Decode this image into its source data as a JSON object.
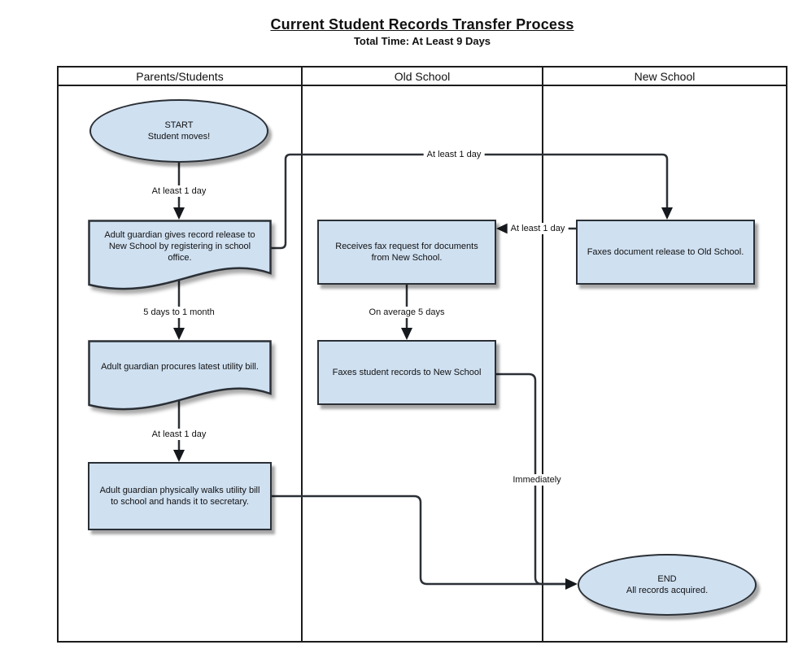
{
  "header": {
    "title": "Current Student Records Transfer Process",
    "subtitle": "Total Time: At Least 9 Days"
  },
  "lanes": [
    {
      "label": "Parents/Students"
    },
    {
      "label": "Old School"
    },
    {
      "label": "New School"
    }
  ],
  "nodes": {
    "start": {
      "type": "terminator",
      "text": "START\nStudent moves!"
    },
    "give_release": {
      "type": "document",
      "text": "Adult guardian gives record release to New School by registering in school office."
    },
    "procure_bill": {
      "type": "document",
      "text": "Adult guardian procures latest utility bill."
    },
    "walk_bill": {
      "type": "process",
      "text": "Adult guardian physically walks utility bill to school and hands it to secretary."
    },
    "receive_fax": {
      "type": "process",
      "text": "Receives fax request for documents from New School."
    },
    "fax_records": {
      "type": "process",
      "text": "Faxes student records to New School"
    },
    "fax_release": {
      "type": "process",
      "text": "Faxes document release to Old School."
    },
    "end": {
      "type": "terminator",
      "text": "END\nAll records acquired."
    }
  },
  "edge_labels": {
    "start_to_give": "At least 1 day",
    "give_to_fax_release": "At least 1 day",
    "release_to_receive": "At least 1 day",
    "give_to_procure": "5 days to 1 month",
    "receive_to_fax_records": "On average 5 days",
    "procure_to_walk": "At least 1 day",
    "fax_records_to_end": "Immediately"
  },
  "colors": {
    "node_fill": "#cfe0f1",
    "node_border": "#2b3036",
    "connector": "#2b3036",
    "lane_border": "#1c1c1c",
    "shadow": "rgba(0,0,0,0.35)"
  }
}
